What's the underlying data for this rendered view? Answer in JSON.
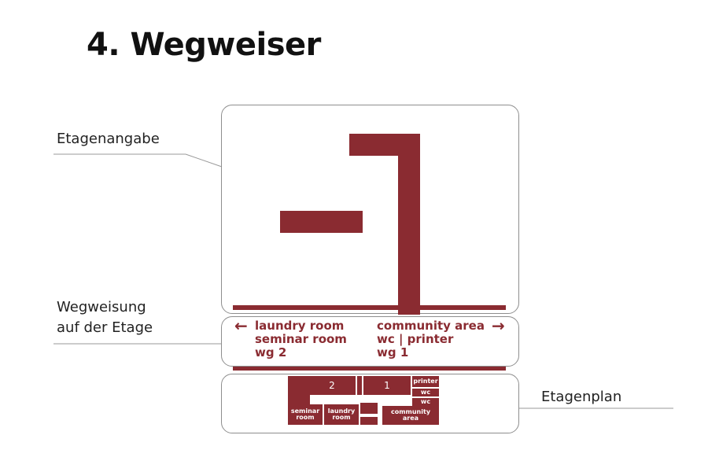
{
  "title": "4. Wegweiser",
  "labels": {
    "etagenangabe": "Etagenangabe",
    "wegweisung_line1": "Wegweisung",
    "wegweisung_line2": "auf der Etage",
    "etagenplan": "Etagenplan"
  },
  "floor_indicator": {
    "minus": "–",
    "number": "1"
  },
  "directions": {
    "left_arrow": "←",
    "right_arrow": "→",
    "left_items": [
      "laundry room",
      "seminar room",
      "wg 2"
    ],
    "right_items": [
      "community area",
      "wc | printer",
      "wg 1"
    ]
  },
  "floor_plan": {
    "room_2": "2",
    "room_1": "1",
    "printer": "printer",
    "wc1": "wc",
    "wc2": "wc",
    "seminar_line1": "seminar",
    "seminar_line2": "room",
    "laundry_line1": "laundry",
    "laundry_line2": "room",
    "community_line1": "community",
    "community_line2": "area"
  },
  "colors": {
    "accent": "#8a2b31"
  }
}
